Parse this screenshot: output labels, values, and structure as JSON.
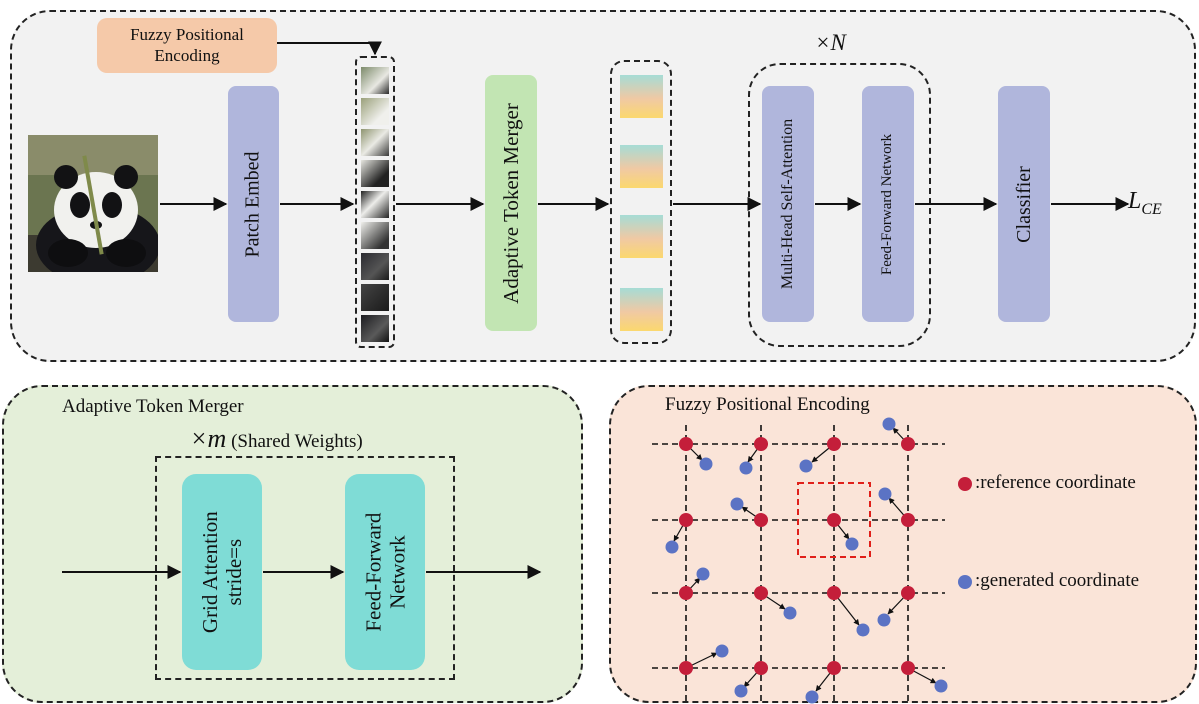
{
  "top": {
    "fpe_label_line1": "Fuzzy Positional Encoding",
    "fpe_label_line2": "",
    "patch_embed": "Patch Embed",
    "adaptive_token_merger": "Adaptive Token Merger",
    "repeat_n": "×N",
    "mhsa": "Multi-Head Self-Attention",
    "ffn": "Feed-Forward Network",
    "classifier": "Classifier",
    "loss": "L",
    "loss_sub": "CE"
  },
  "atm_panel": {
    "title": "Adaptive Token Merger",
    "repeat": "×m",
    "repeat_note": "(Shared Weights)",
    "grid_attention_line1": "Grid Attention",
    "grid_attention_line2": "stride=s",
    "ffn_line1": "Feed-Forward",
    "ffn_line2": "Network"
  },
  "fpe_panel": {
    "title": "Fuzzy Positional Encoding",
    "legend_reference": ":reference coordinate",
    "legend_generated": ":generated coordinate"
  },
  "colors": {
    "purple_box": "#b0b6dc",
    "green_box": "#c2e5b3",
    "teal_box": "#7fdcd6",
    "orange_box": "#f5c9a9",
    "panel_top": "#f2f2f2",
    "panel_green": "#e4efd9",
    "panel_orange": "#fae4d8",
    "red_dot": "#c41e3a",
    "blue_dot": "#5b73c4"
  },
  "icons": [
    "panda-photo",
    "token-patch-thumbnails",
    "gradient-token"
  ]
}
